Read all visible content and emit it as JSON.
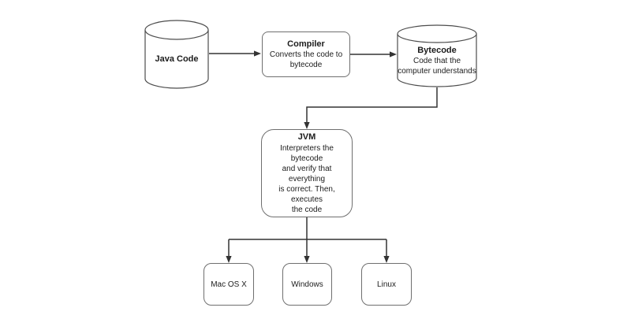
{
  "diagram": {
    "background": "#ffffff",
    "arrow_color": "#333333",
    "border_color": "#6f6f6f",
    "text_color": "#1c1c1c",
    "nodes": {
      "java_code": {
        "label": "Java Code",
        "shape": "cylinder"
      },
      "compiler": {
        "title": "Compiler",
        "description": "Converts the code to\nbytecode",
        "shape": "rounded-rect"
      },
      "bytecode": {
        "title": "Bytecode",
        "description": "Code that the\ncomputer understands",
        "shape": "cylinder"
      },
      "jvm": {
        "title": "JVM",
        "description": "Interpreters the bytecode\nand verify that everything\nis correct. Then, executes\nthe code",
        "shape": "rounded-rect"
      },
      "mac_os_x": {
        "label": "Mac OS X",
        "shape": "rounded-rect"
      },
      "windows": {
        "label": "Windows",
        "shape": "rounded-rect"
      },
      "linux": {
        "label": "Linux",
        "shape": "rounded-rect"
      }
    },
    "edges": [
      {
        "from": "java_code",
        "to": "compiler"
      },
      {
        "from": "compiler",
        "to": "bytecode"
      },
      {
        "from": "bytecode",
        "to": "jvm"
      },
      {
        "from": "jvm",
        "to": "mac_os_x"
      },
      {
        "from": "jvm",
        "to": "windows"
      },
      {
        "from": "jvm",
        "to": "linux"
      }
    ]
  }
}
